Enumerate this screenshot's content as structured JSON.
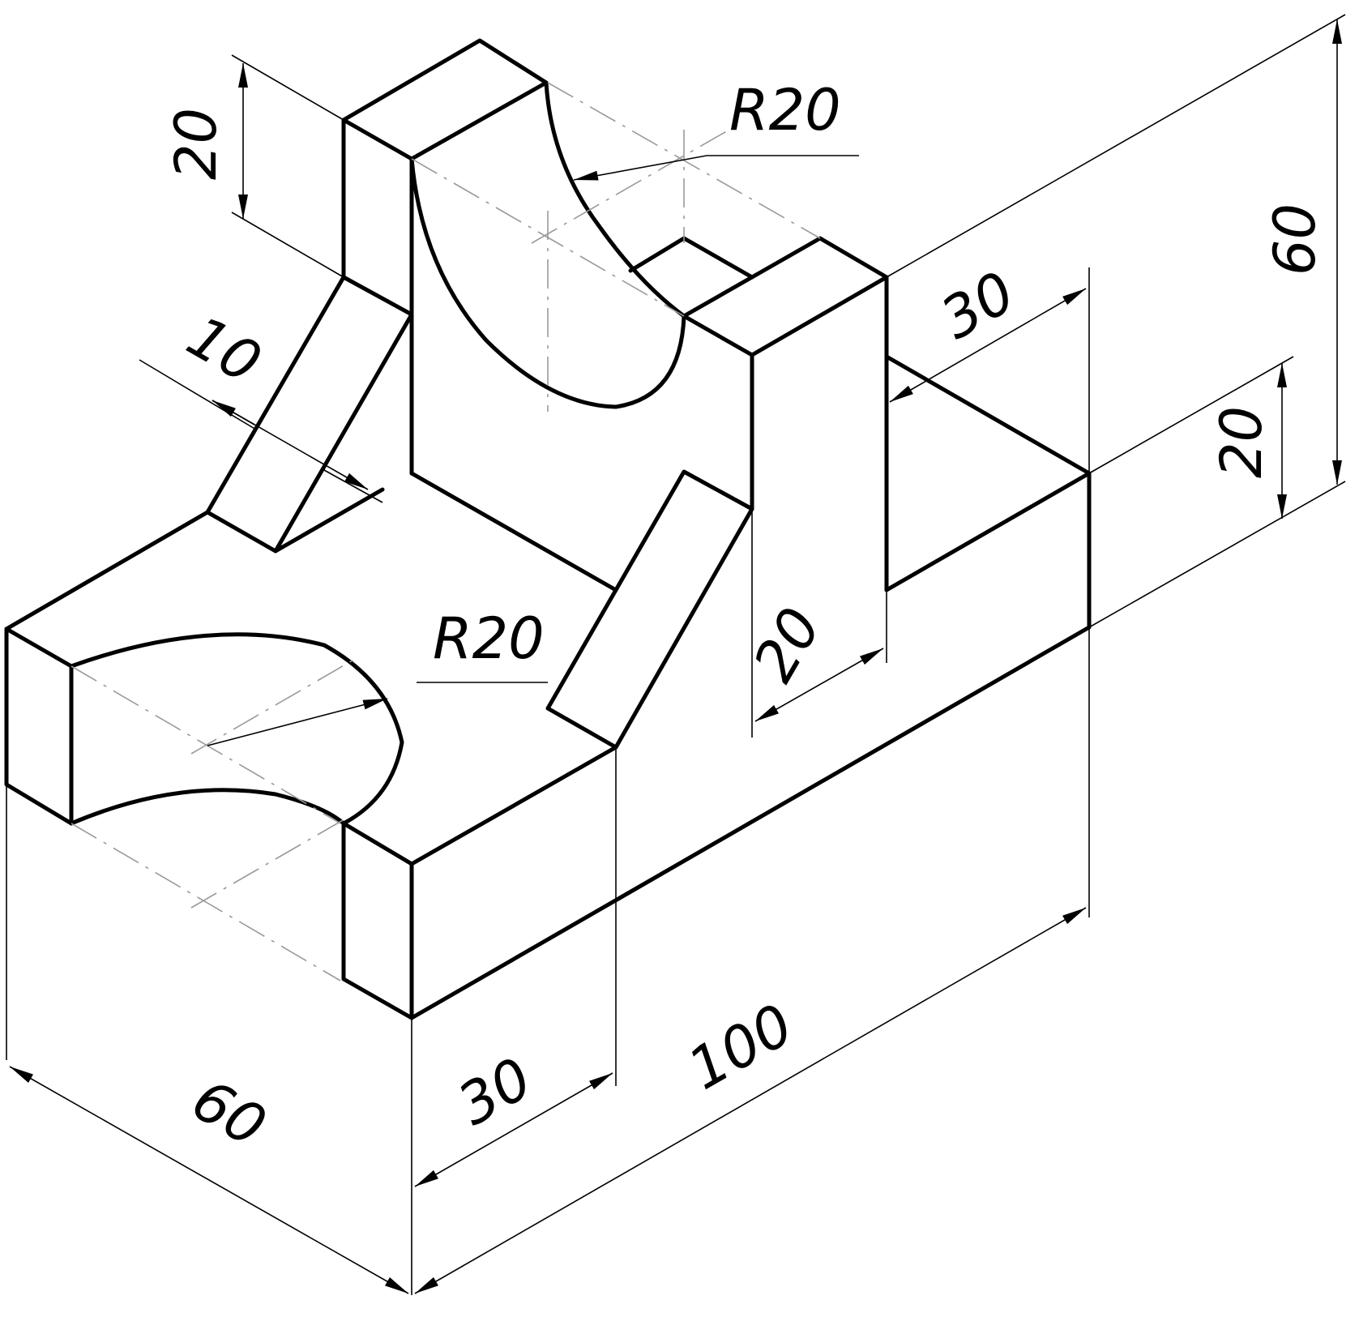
{
  "dimensions": {
    "overall_width": "60",
    "block_depth": "30",
    "overall_length": "100",
    "overall_height": "60",
    "base_height": "20",
    "top_web_height": "20",
    "upright_thickness": "20",
    "rear_step_depth": "30",
    "rib_thickness": "10",
    "upper_radius": "R20",
    "lower_radius": "R20"
  },
  "colors": {
    "line": "#000000",
    "centerline": "#9a9a9a",
    "background": "#ffffff"
  }
}
